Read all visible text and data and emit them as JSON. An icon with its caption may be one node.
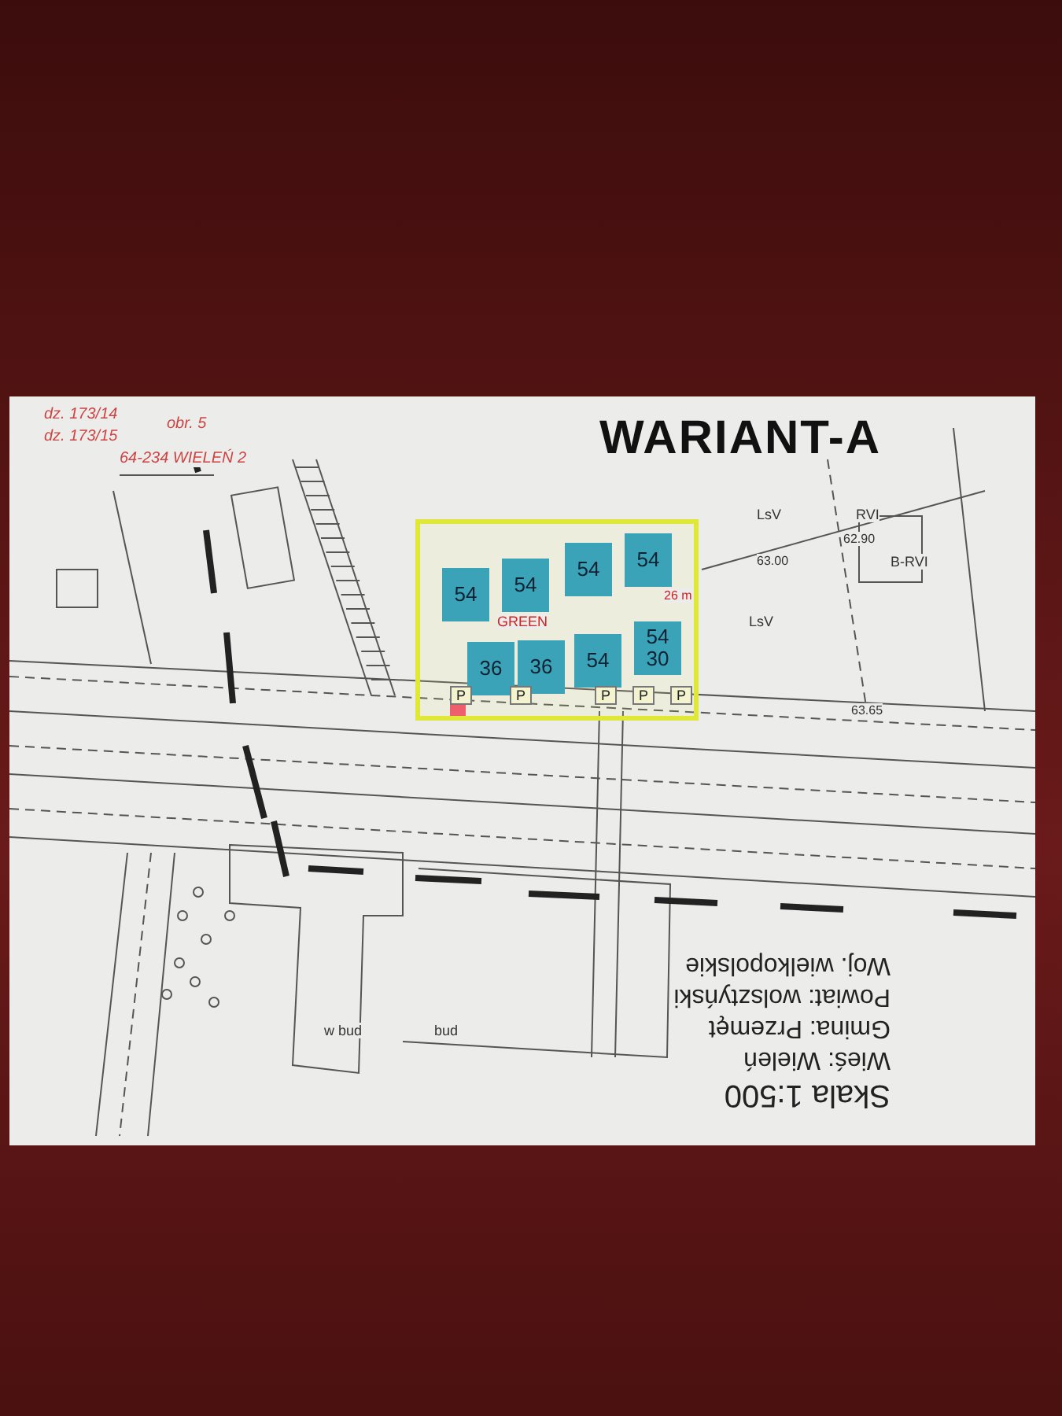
{
  "diagram": {
    "title": "WARIANT-A",
    "nodes": [
      {
        "text": [],
        "shape": "box"
      },
      {
        "text": [
          "54"
        ],
        "in": 0
      },
      {
        "text": [
          "54"
        ],
        "in": 0
      },
      {
        "text": [
          "54"
        ],
        "in": 0
      },
      {
        "text": [
          "54"
        ],
        "in": 0
      },
      {
        "text": [
          "36"
        ],
        "in": 0
      },
      {
        "text": [
          "36"
        ],
        "in": 0
      },
      {
        "text": [
          "54"
        ],
        "in": 0
      },
      {
        "text": [
          "54",
          "30"
        ],
        "in": 0
      }
    ],
    "edges": [],
    "labels": [
      "dz. 173/14",
      "dz. 173/15",
      "obr. 5",
      "64-234 WIELEŃ 2",
      "LsV",
      "RVI",
      "62.90",
      "63.00",
      "B-RVI",
      "26 m",
      "GREEN",
      "LsV",
      "P",
      "P",
      "P",
      "P",
      "P",
      "63.65",
      "w bud",
      "bud",
      "Woj. wielkopolskie",
      "Powiat: wolsztyński",
      "Gmina: Przemęt",
      "Wieś: Wieleń",
      "Skala 1:500"
    ]
  }
}
